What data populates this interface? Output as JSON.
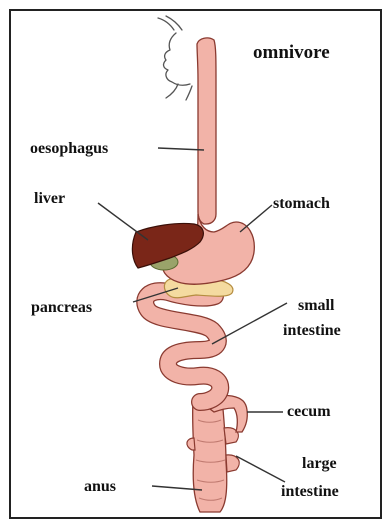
{
  "title": "omnivore",
  "labels": {
    "oesophagus": "oesophagus",
    "liver": "liver",
    "stomach": "stomach",
    "pancreas": "pancreas",
    "small_intestine_line1": "small",
    "small_intestine_line2": "intestine",
    "cecum": "cecum",
    "large_intestine_line1": "large",
    "large_intestine_line2": "intestine",
    "anus": "anus"
  },
  "colors": {
    "frame": "#222222",
    "gut_fill": "#f2b3a8",
    "gut_outline": "#8a3a30",
    "liver_fill": "#7a2618",
    "pancreas_fill": "#f4dba0",
    "gallbladder_fill": "#9aa36a",
    "leader": "#333333",
    "head_outline": "#555555"
  }
}
